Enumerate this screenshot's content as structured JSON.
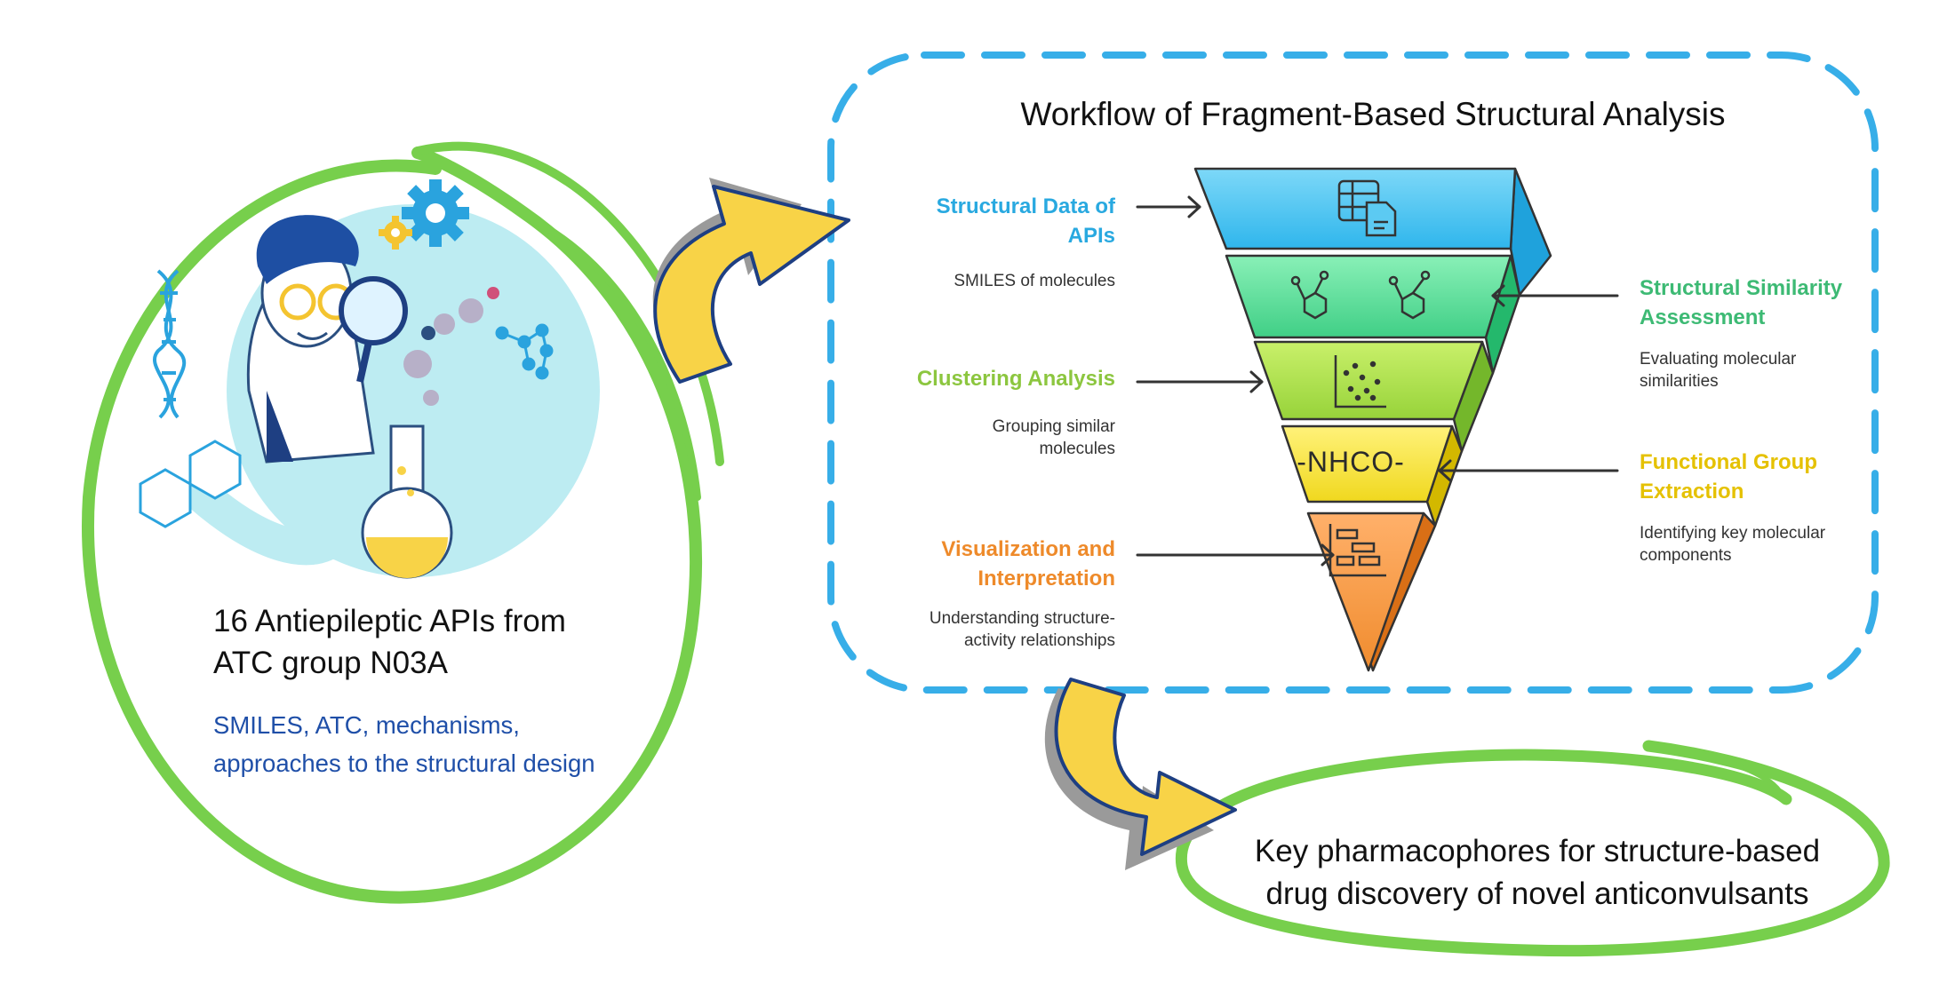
{
  "source": {
    "title": "16 Antiepileptic APIs from ATC group N03A",
    "subtitle": "SMILES, ATC, mechanisms, approaches to the structural design"
  },
  "workflow": {
    "title": "Workflow of Fragment-Based Structural Analysis",
    "steps": [
      {
        "label": "Structural Data of APIs",
        "description": "SMILES of molecules",
        "color": "#29a9e0",
        "icon": "table-document-icon"
      },
      {
        "label": "Structural Similarity Assessment",
        "description": "Evaluating molecular similarities",
        "color": "#3dba74",
        "icon": "molecules-icon"
      },
      {
        "label": "Clustering Analysis",
        "description": "Grouping similar molecules",
        "color": "#8cc63f",
        "icon": "scatter-plot-icon"
      },
      {
        "label": "Functional Group Extraction",
        "description": "Identifying key molecular components",
        "color": "#e5c100",
        "fragment": "-NHCO-"
      },
      {
        "label": "Visualization and Interpretation",
        "description": "Understanding structure-activity relationships",
        "color": "#ee8a2a",
        "icon": "gantt-chart-icon"
      }
    ]
  },
  "outcome": {
    "text": "Key pharmacophores for structure-based drug discovery of novel anticonvulsants"
  },
  "colors": {
    "circle_green": "#77cf4c",
    "dashed_blue": "#37aee8",
    "arrow_yellow": "#f8d347",
    "arrow_outline": "#1e3f82"
  }
}
